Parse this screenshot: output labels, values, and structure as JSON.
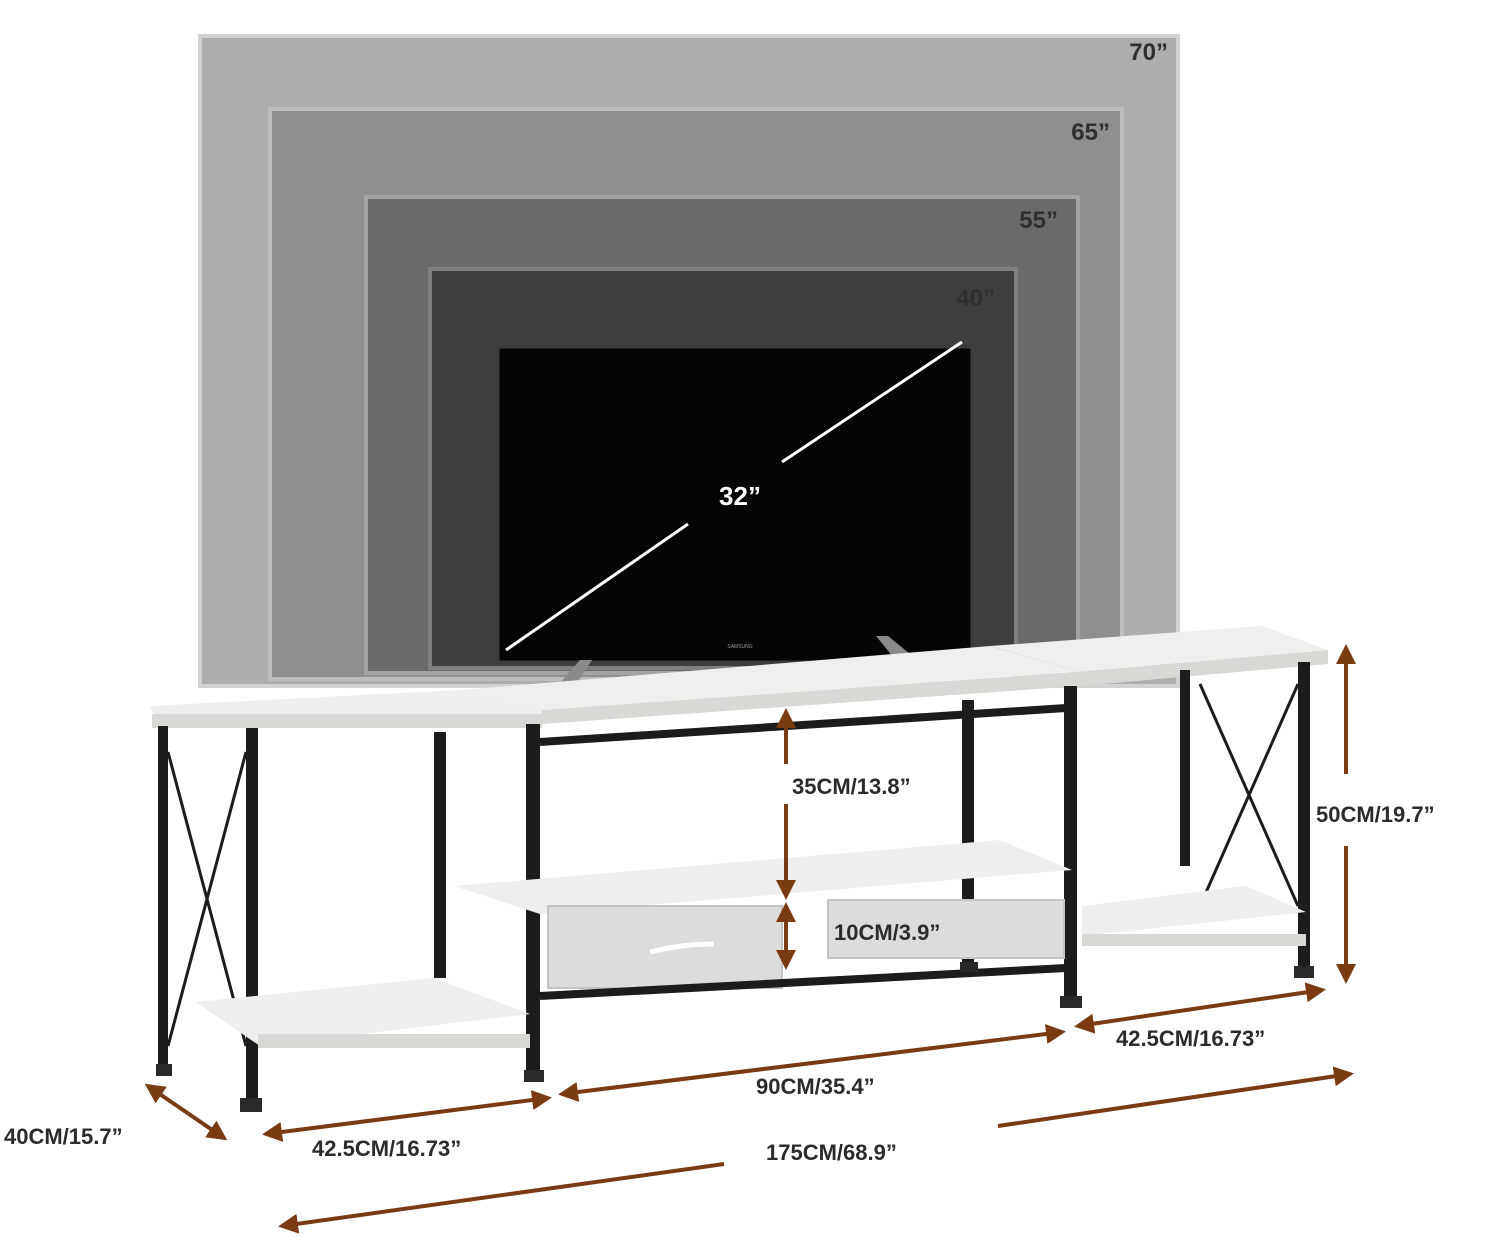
{
  "colors": {
    "arrow": "#7a3a12",
    "frame": "#1c1c1c",
    "board": "#e6e6e3",
    "screen": "#050505"
  },
  "screen_sizes": [
    "70”",
    "65”",
    "55”",
    "40”",
    "32”"
  ],
  "tv": {
    "brand": "SAMSUNG"
  },
  "dimensions": {
    "depth": "40CM/15.7”",
    "left_width": "42.5CM/16.73”",
    "center_width": "90CM/35.4”",
    "right_width": "42.5CM/16.73”",
    "total_width": "175CM/68.9”",
    "total_height": "50CM/19.7”",
    "shelf_clearance": "35CM/13.8”",
    "drawer_height": "10CM/3.9”"
  }
}
